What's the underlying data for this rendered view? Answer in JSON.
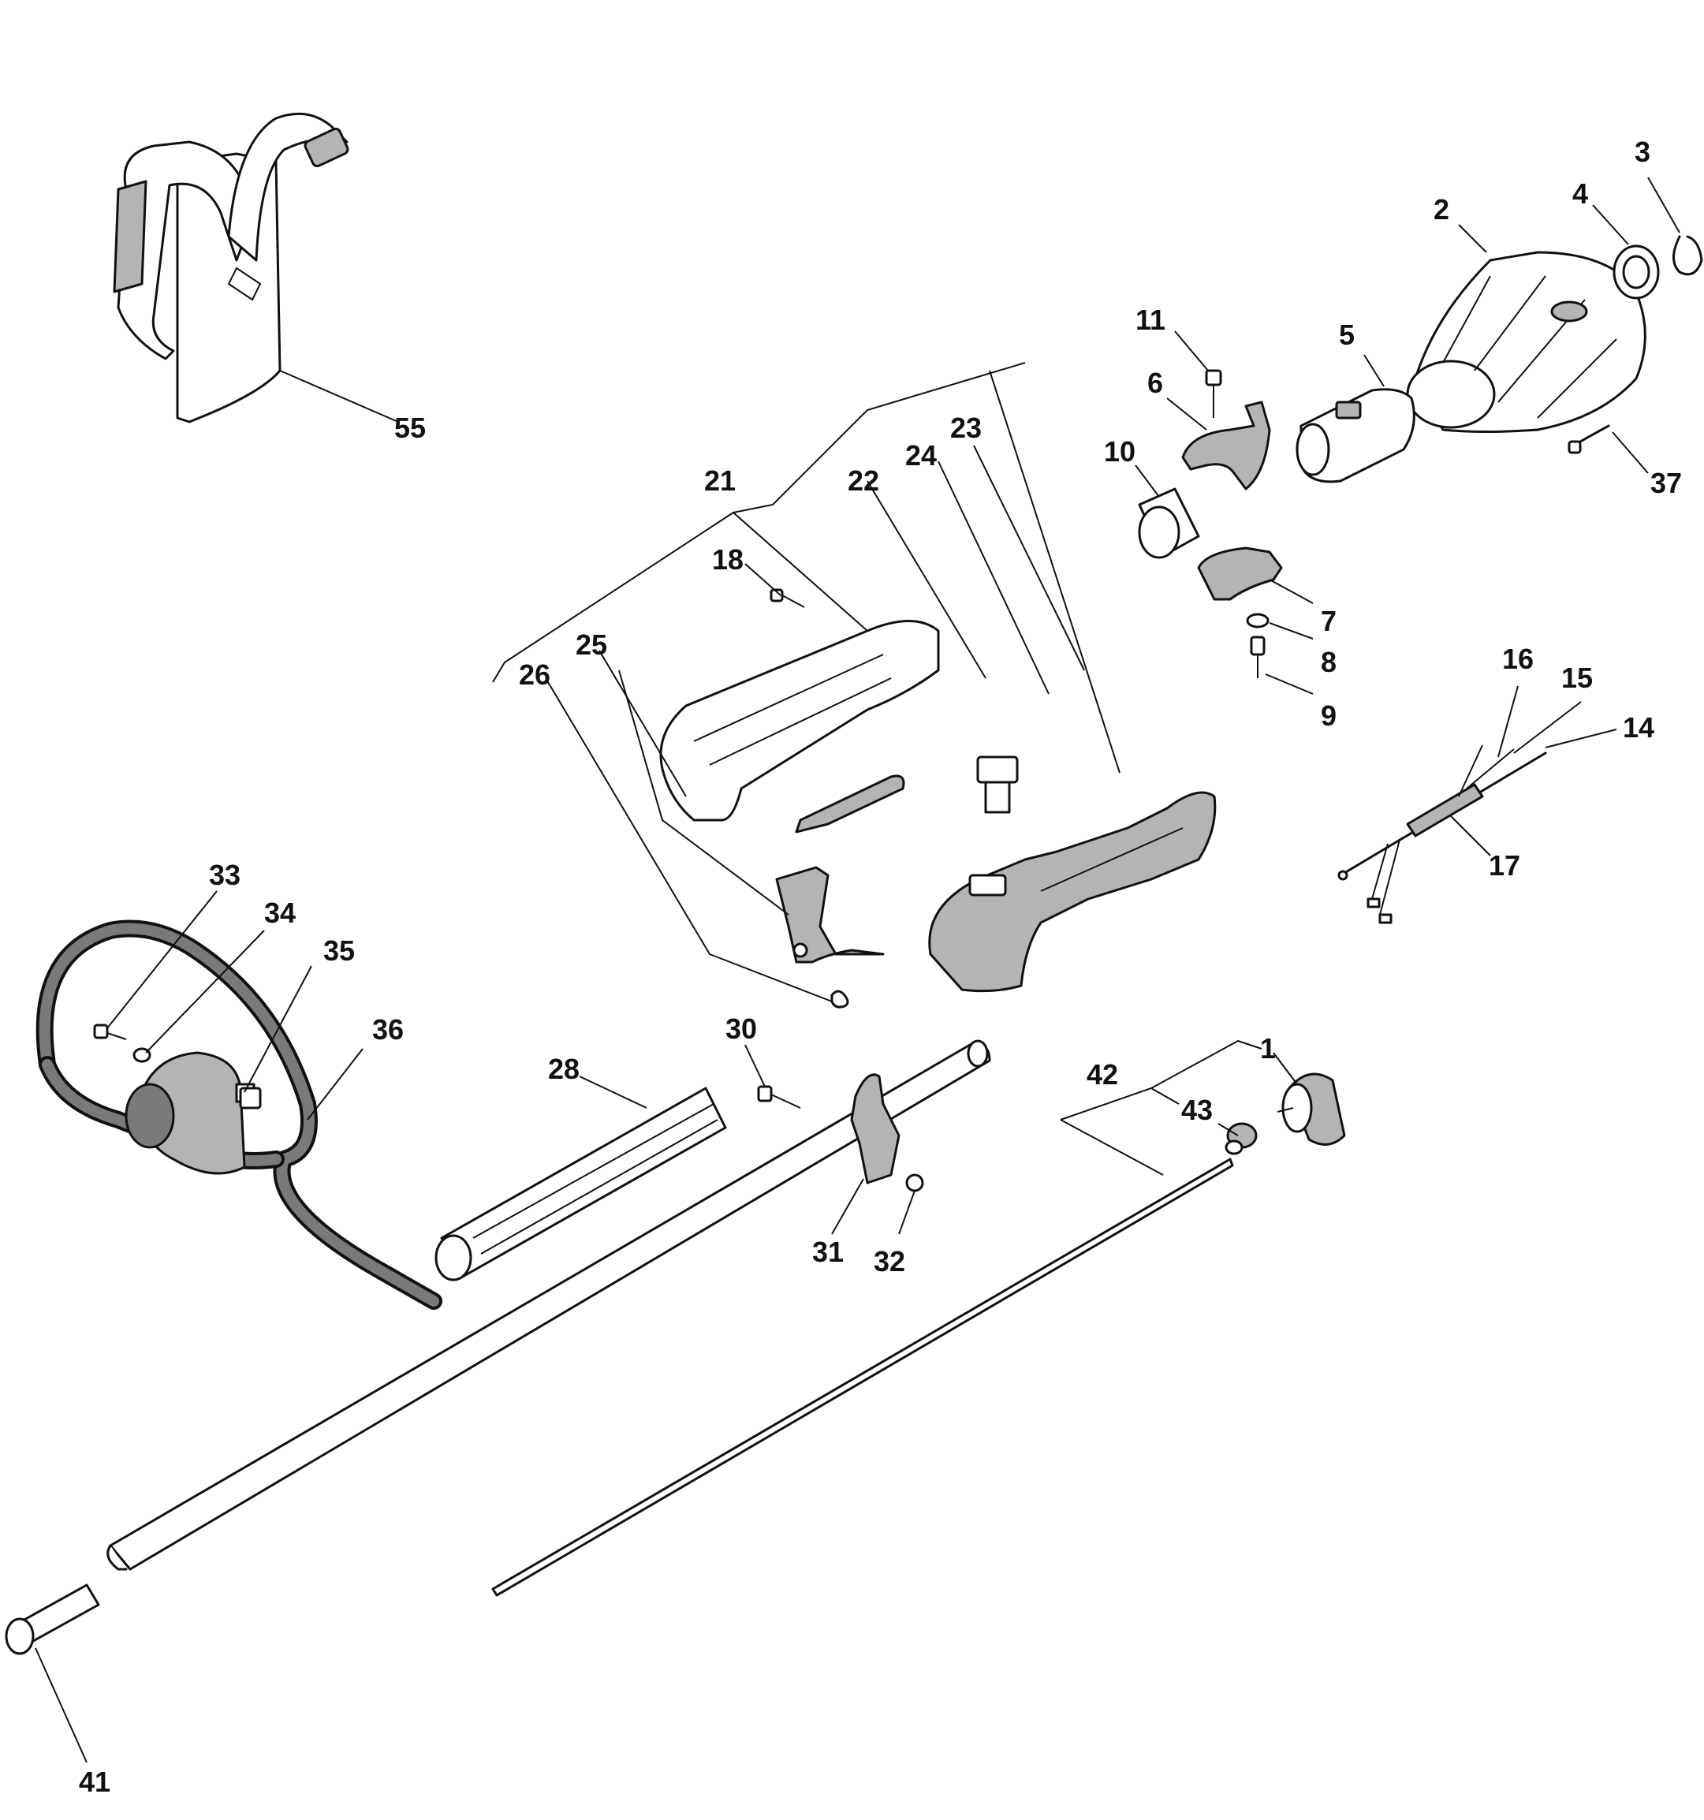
{
  "callouts": {
    "c1": "1",
    "c2": "2",
    "c3": "3",
    "c4": "4",
    "c5": "5",
    "c6": "6",
    "c7": "7",
    "c8": "8",
    "c9": "9",
    "c10": "10",
    "c11": "11",
    "c14": "14",
    "c15": "15",
    "c16": "16",
    "c17": "17",
    "c18": "18",
    "c21": "21",
    "c22": "22",
    "c23": "23",
    "c24": "24",
    "c25": "25",
    "c26": "26",
    "c28": "28",
    "c30": "30",
    "c31": "31",
    "c32": "32",
    "c33": "33",
    "c34": "34",
    "c35": "35",
    "c36": "36",
    "c37": "37",
    "c41": "41",
    "c42": "42",
    "c43": "43",
    "c55": "55"
  },
  "colors": {
    "line": "#111111",
    "shade_dark": "#7a7a7a",
    "shade_mid": "#b4b4b4",
    "background": "#ffffff"
  }
}
